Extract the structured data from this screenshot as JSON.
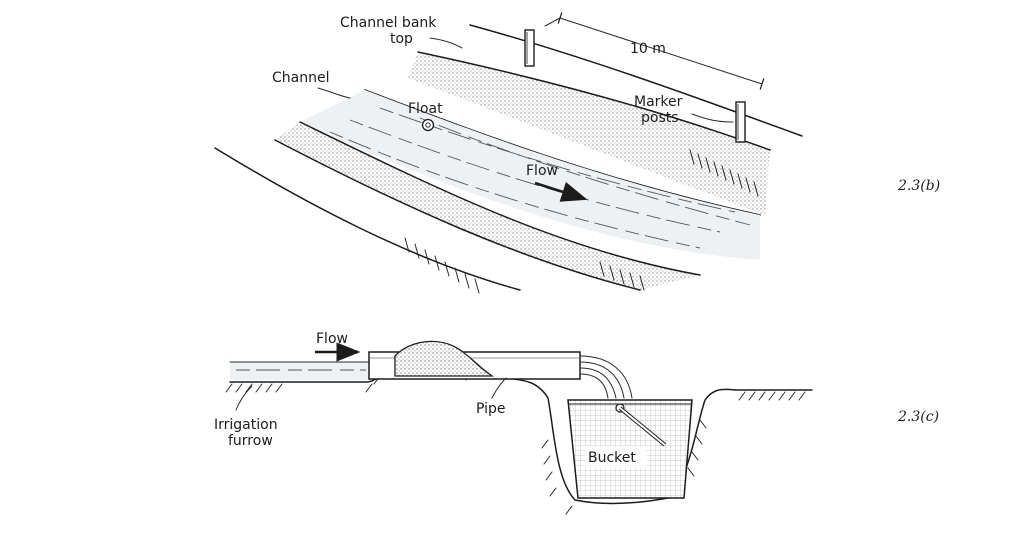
{
  "figure_b": {
    "id": "2.3(b)",
    "labels": {
      "bank_top_line1": "Channel bank",
      "bank_top_line2": "top",
      "distance": "10 m",
      "channel": "Channel",
      "float": "Float",
      "marker_line1": "Marker",
      "marker_line2": "posts",
      "flow": "Flow"
    }
  },
  "figure_c": {
    "id": "2.3(c)",
    "labels": {
      "flow": "Flow",
      "pipe": "Pipe",
      "furrow_line1": "Irrigation",
      "furrow_line2": "furrow",
      "bucket": "Bucket"
    }
  },
  "colors": {
    "ink": "#1c1c1c",
    "paper": "#ffffff",
    "stipple": "#bdbdbd",
    "water": "#eef1f4"
  }
}
